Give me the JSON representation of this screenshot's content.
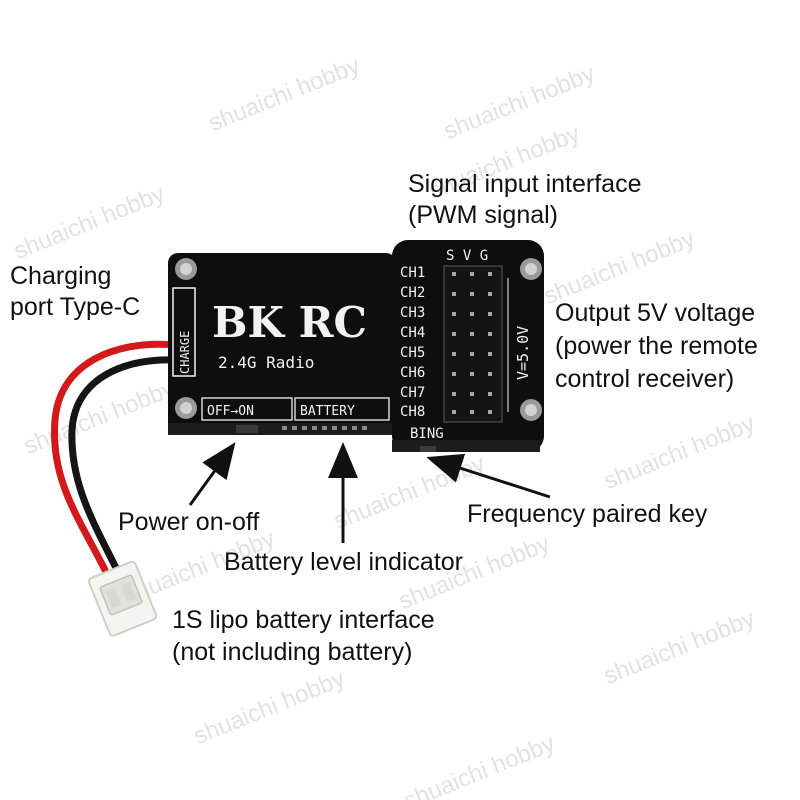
{
  "board": {
    "brand": "BK RC",
    "subtitle": "2.4G Radio",
    "charge_label": "CHARGE",
    "switch_label": "OFF→ON",
    "battery_label": "BATTERY",
    "pin_header_label": "S V G",
    "channels": [
      "CH1",
      "CH2",
      "CH3",
      "CH4",
      "CH5",
      "CH6",
      "CH7",
      "CH8"
    ],
    "voltage_label": "V=5.0V",
    "bind_label": "BING"
  },
  "callouts": {
    "signal_input": [
      "Signal input interface",
      "(PWM signal)"
    ],
    "charging_port": [
      "Charging",
      "port Type-C"
    ],
    "output_voltage": [
      "Output 5V voltage",
      "(power the remote",
      "control receiver)"
    ],
    "power_switch": "Power on-off",
    "frequency_key": "Frequency paired key",
    "battery_indicator": "Battery level indicator",
    "battery_interface": [
      "1S lipo battery interface",
      "(not including battery)"
    ]
  },
  "watermark": "shuaichi hobby",
  "colors": {
    "board": "#0e0e0e",
    "board_text": "#f2f2f2",
    "wire_red": "#d21a1a",
    "wire_black": "#151515",
    "connector": "#f4f4f0"
  }
}
